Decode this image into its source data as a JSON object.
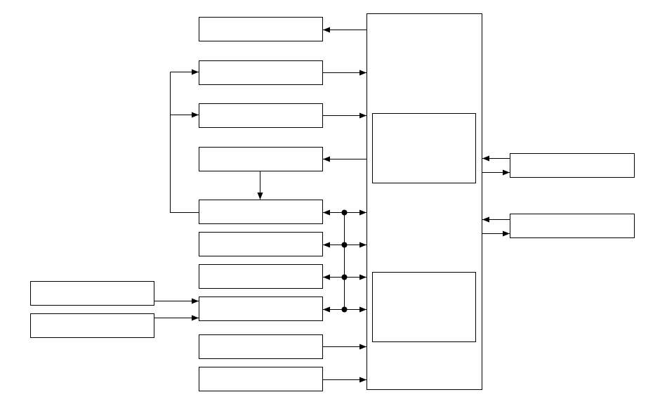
{
  "diagram": {
    "type": "block-diagram",
    "labels": "none visible",
    "blocks": [
      {
        "id": "main-unit"
      },
      {
        "id": "main-inner-upper"
      },
      {
        "id": "main-inner-lower"
      },
      {
        "id": "left-block-1"
      },
      {
        "id": "left-block-2"
      },
      {
        "id": "left-block-3"
      },
      {
        "id": "left-block-4"
      },
      {
        "id": "left-block-5"
      },
      {
        "id": "left-block-6"
      },
      {
        "id": "left-block-7"
      },
      {
        "id": "left-block-8"
      },
      {
        "id": "left-block-9"
      },
      {
        "id": "left-block-10"
      },
      {
        "id": "far-left-block-1"
      },
      {
        "id": "far-left-block-2"
      },
      {
        "id": "right-block-1"
      },
      {
        "id": "right-block-2"
      }
    ],
    "connections": [
      {
        "from": "main-unit",
        "to": "left-block-1"
      },
      {
        "from": "left-block-2",
        "to": "main-unit"
      },
      {
        "from": "left-block-3",
        "to": "main-unit"
      },
      {
        "from": "main-unit",
        "to": "left-block-4"
      },
      {
        "from": "left-block-4",
        "to": "left-block-5"
      },
      {
        "from": "left-block-5",
        "to": "left-block-2"
      },
      {
        "from": "left-block-5",
        "to": "left-block-3"
      },
      {
        "from": "left-block-5",
        "to": "main-unit",
        "bidirectional": true,
        "bus": true
      },
      {
        "from": "left-block-6",
        "to": "main-unit",
        "bidirectional": true,
        "bus": true
      },
      {
        "from": "left-block-7",
        "to": "main-unit",
        "bidirectional": true,
        "bus": true
      },
      {
        "from": "left-block-8",
        "to": "main-unit",
        "bidirectional": true,
        "bus": true
      },
      {
        "from": "far-left-block-1",
        "to": "left-block-8"
      },
      {
        "from": "far-left-block-2",
        "to": "left-block-8"
      },
      {
        "from": "left-block-9",
        "to": "main-unit"
      },
      {
        "from": "left-block-10",
        "to": "main-unit"
      },
      {
        "from": "right-block-1",
        "to": "main-unit",
        "bidirectional": true
      },
      {
        "from": "right-block-2",
        "to": "main-unit",
        "bidirectional": true
      }
    ]
  }
}
